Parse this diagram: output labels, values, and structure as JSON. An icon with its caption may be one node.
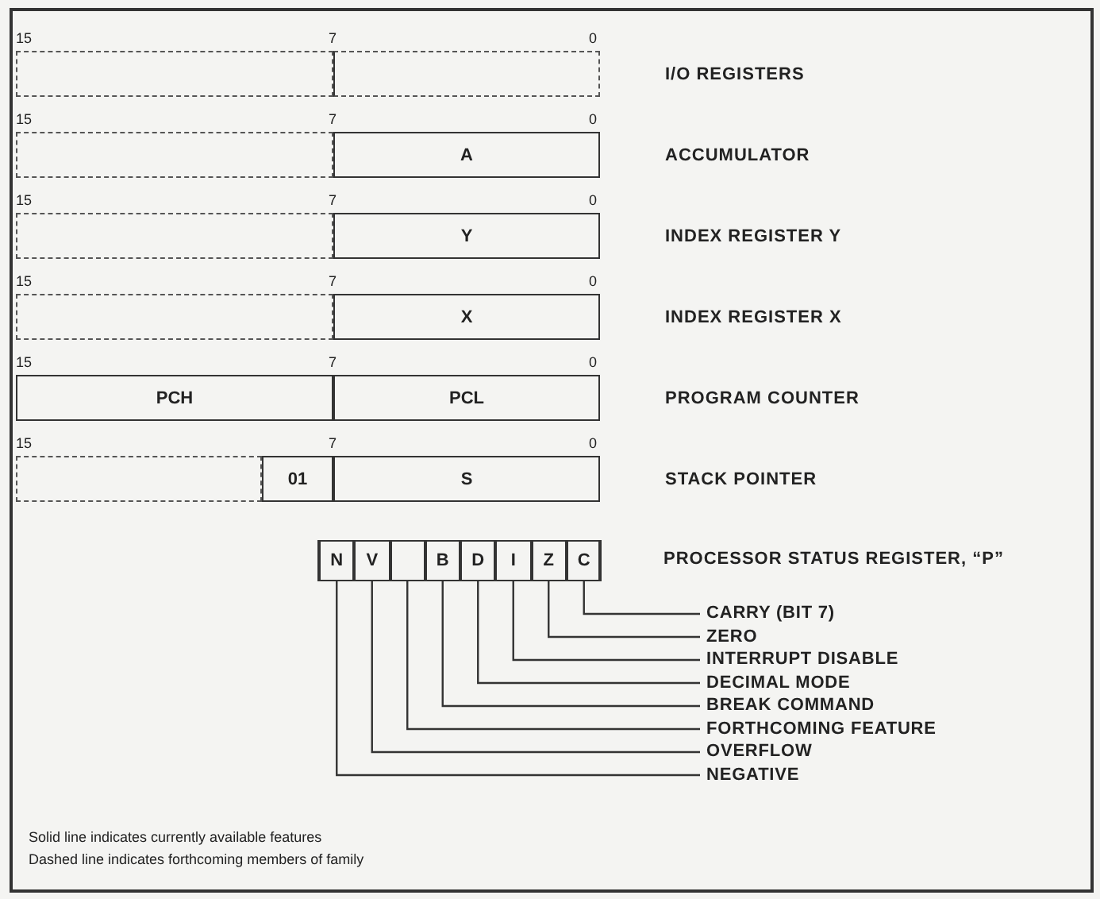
{
  "diagram": {
    "nodes": [
      {
        "text": [],
        "shape": "box"
      },
      {
        "text": [],
        "shape": "box",
        "beside": [
          "I/O REGISTERS"
        ]
      },
      {
        "text": [],
        "shape": "box"
      },
      {
        "text": [
          "A"
        ],
        "beside": [
          "ACCUMULATOR"
        ]
      },
      {
        "text": [],
        "shape": "box"
      },
      {
        "text": [
          "Y"
        ],
        "beside": [
          "INDEX REGISTER Y"
        ]
      },
      {
        "text": [],
        "shape": "box"
      },
      {
        "text": [
          "X"
        ],
        "beside": [
          "INDEX REGISTER X"
        ]
      },
      {
        "text": [
          "PCH"
        ]
      },
      {
        "text": [
          "PCL"
        ],
        "beside": [
          "PROGRAM COUNTER"
        ]
      },
      {
        "text": [],
        "shape": "box"
      },
      {
        "text": [
          "01"
        ]
      },
      {
        "text": [
          "S"
        ],
        "beside": [
          "STACK POINTER"
        ]
      },
      {
        "text": [],
        "shape": "box"
      },
      {
        "text": [
          "N"
        ],
        "in": 13
      },
      {
        "text": [
          "V"
        ],
        "in": 13
      },
      {
        "text": [],
        "shape": "box",
        "in": 13
      },
      {
        "text": [
          "B"
        ],
        "in": 13
      },
      {
        "text": [
          "D"
        ],
        "in": 13
      },
      {
        "text": [
          "I"
        ],
        "in": 13
      },
      {
        "text": [
          "Z"
        ],
        "in": 13
      },
      {
        "text": [
          "C"
        ],
        "in": 13
      },
      {
        "text": [
          "CARRY (BIT 7)"
        ]
      },
      {
        "text": [
          "ZERO"
        ]
      },
      {
        "text": [
          "INTERRUPT DISABLE"
        ]
      },
      {
        "text": [
          "DECIMAL MODE"
        ]
      },
      {
        "text": [
          "BREAK COMMAND"
        ]
      },
      {
        "text": [
          "FORTHCOMING FEATURE"
        ]
      },
      {
        "text": [
          "OVERFLOW"
        ]
      },
      {
        "text": [
          "NEGATIVE"
        ]
      }
    ],
    "edges": [
      {
        "from": 22,
        "to": 21,
        "arrow": "none"
      },
      {
        "from": 23,
        "to": 20,
        "arrow": "none"
      },
      {
        "from": 24,
        "to": 19,
        "arrow": "none"
      },
      {
        "from": 25,
        "to": 18,
        "arrow": "none"
      },
      {
        "from": 26,
        "to": 17,
        "arrow": "none"
      },
      {
        "from": 27,
        "to": 16,
        "arrow": "none"
      },
      {
        "from": 28,
        "to": 15,
        "arrow": "none"
      },
      {
        "from": 29,
        "to": 14,
        "arrow": "none"
      }
    ],
    "labels": [
      "15",
      "7",
      "0",
      "15",
      "7",
      "0",
      "15",
      "7",
      "0",
      "15",
      "7",
      "0",
      "15",
      "7",
      "0",
      "15",
      "7",
      "0",
      "PROCESSOR STATUS REGISTER, “P”",
      "Solid line indicates currently available features",
      "Dashed line indicates forthcoming members of family"
    ]
  }
}
